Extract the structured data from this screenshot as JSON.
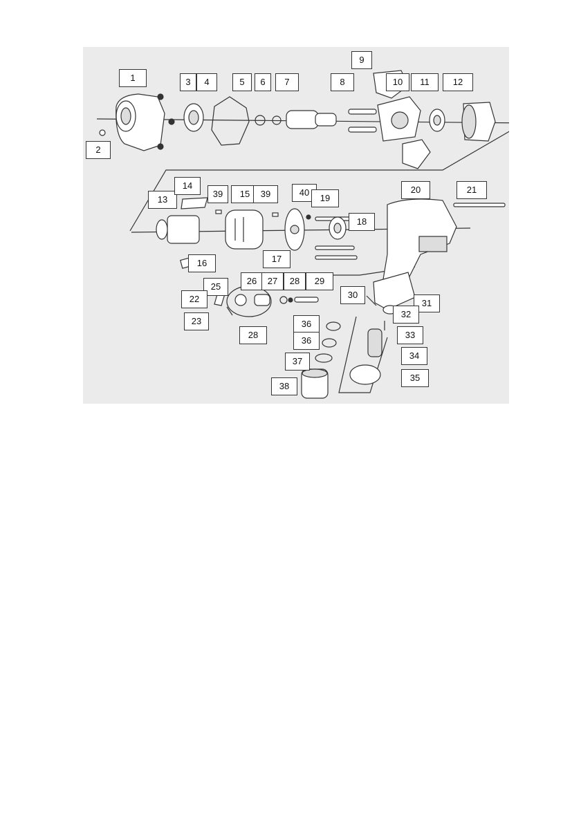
{
  "figure": {
    "type": "exploded-parts-diagram",
    "background": "#ebebeb",
    "line_color": "#333333",
    "part_labels": [
      "1",
      "2",
      "3",
      "4",
      "5",
      "6",
      "7",
      "8",
      "9",
      "10",
      "11",
      "12",
      "13",
      "14",
      "39",
      "15",
      "39",
      "40",
      "19",
      "18",
      "20",
      "21",
      "16",
      "17",
      "25",
      "26",
      "27",
      "28",
      "29",
      "22",
      "23",
      "28",
      "30",
      "31",
      "32",
      "33",
      "34",
      "35",
      "36",
      "36",
      "37",
      "38"
    ]
  }
}
